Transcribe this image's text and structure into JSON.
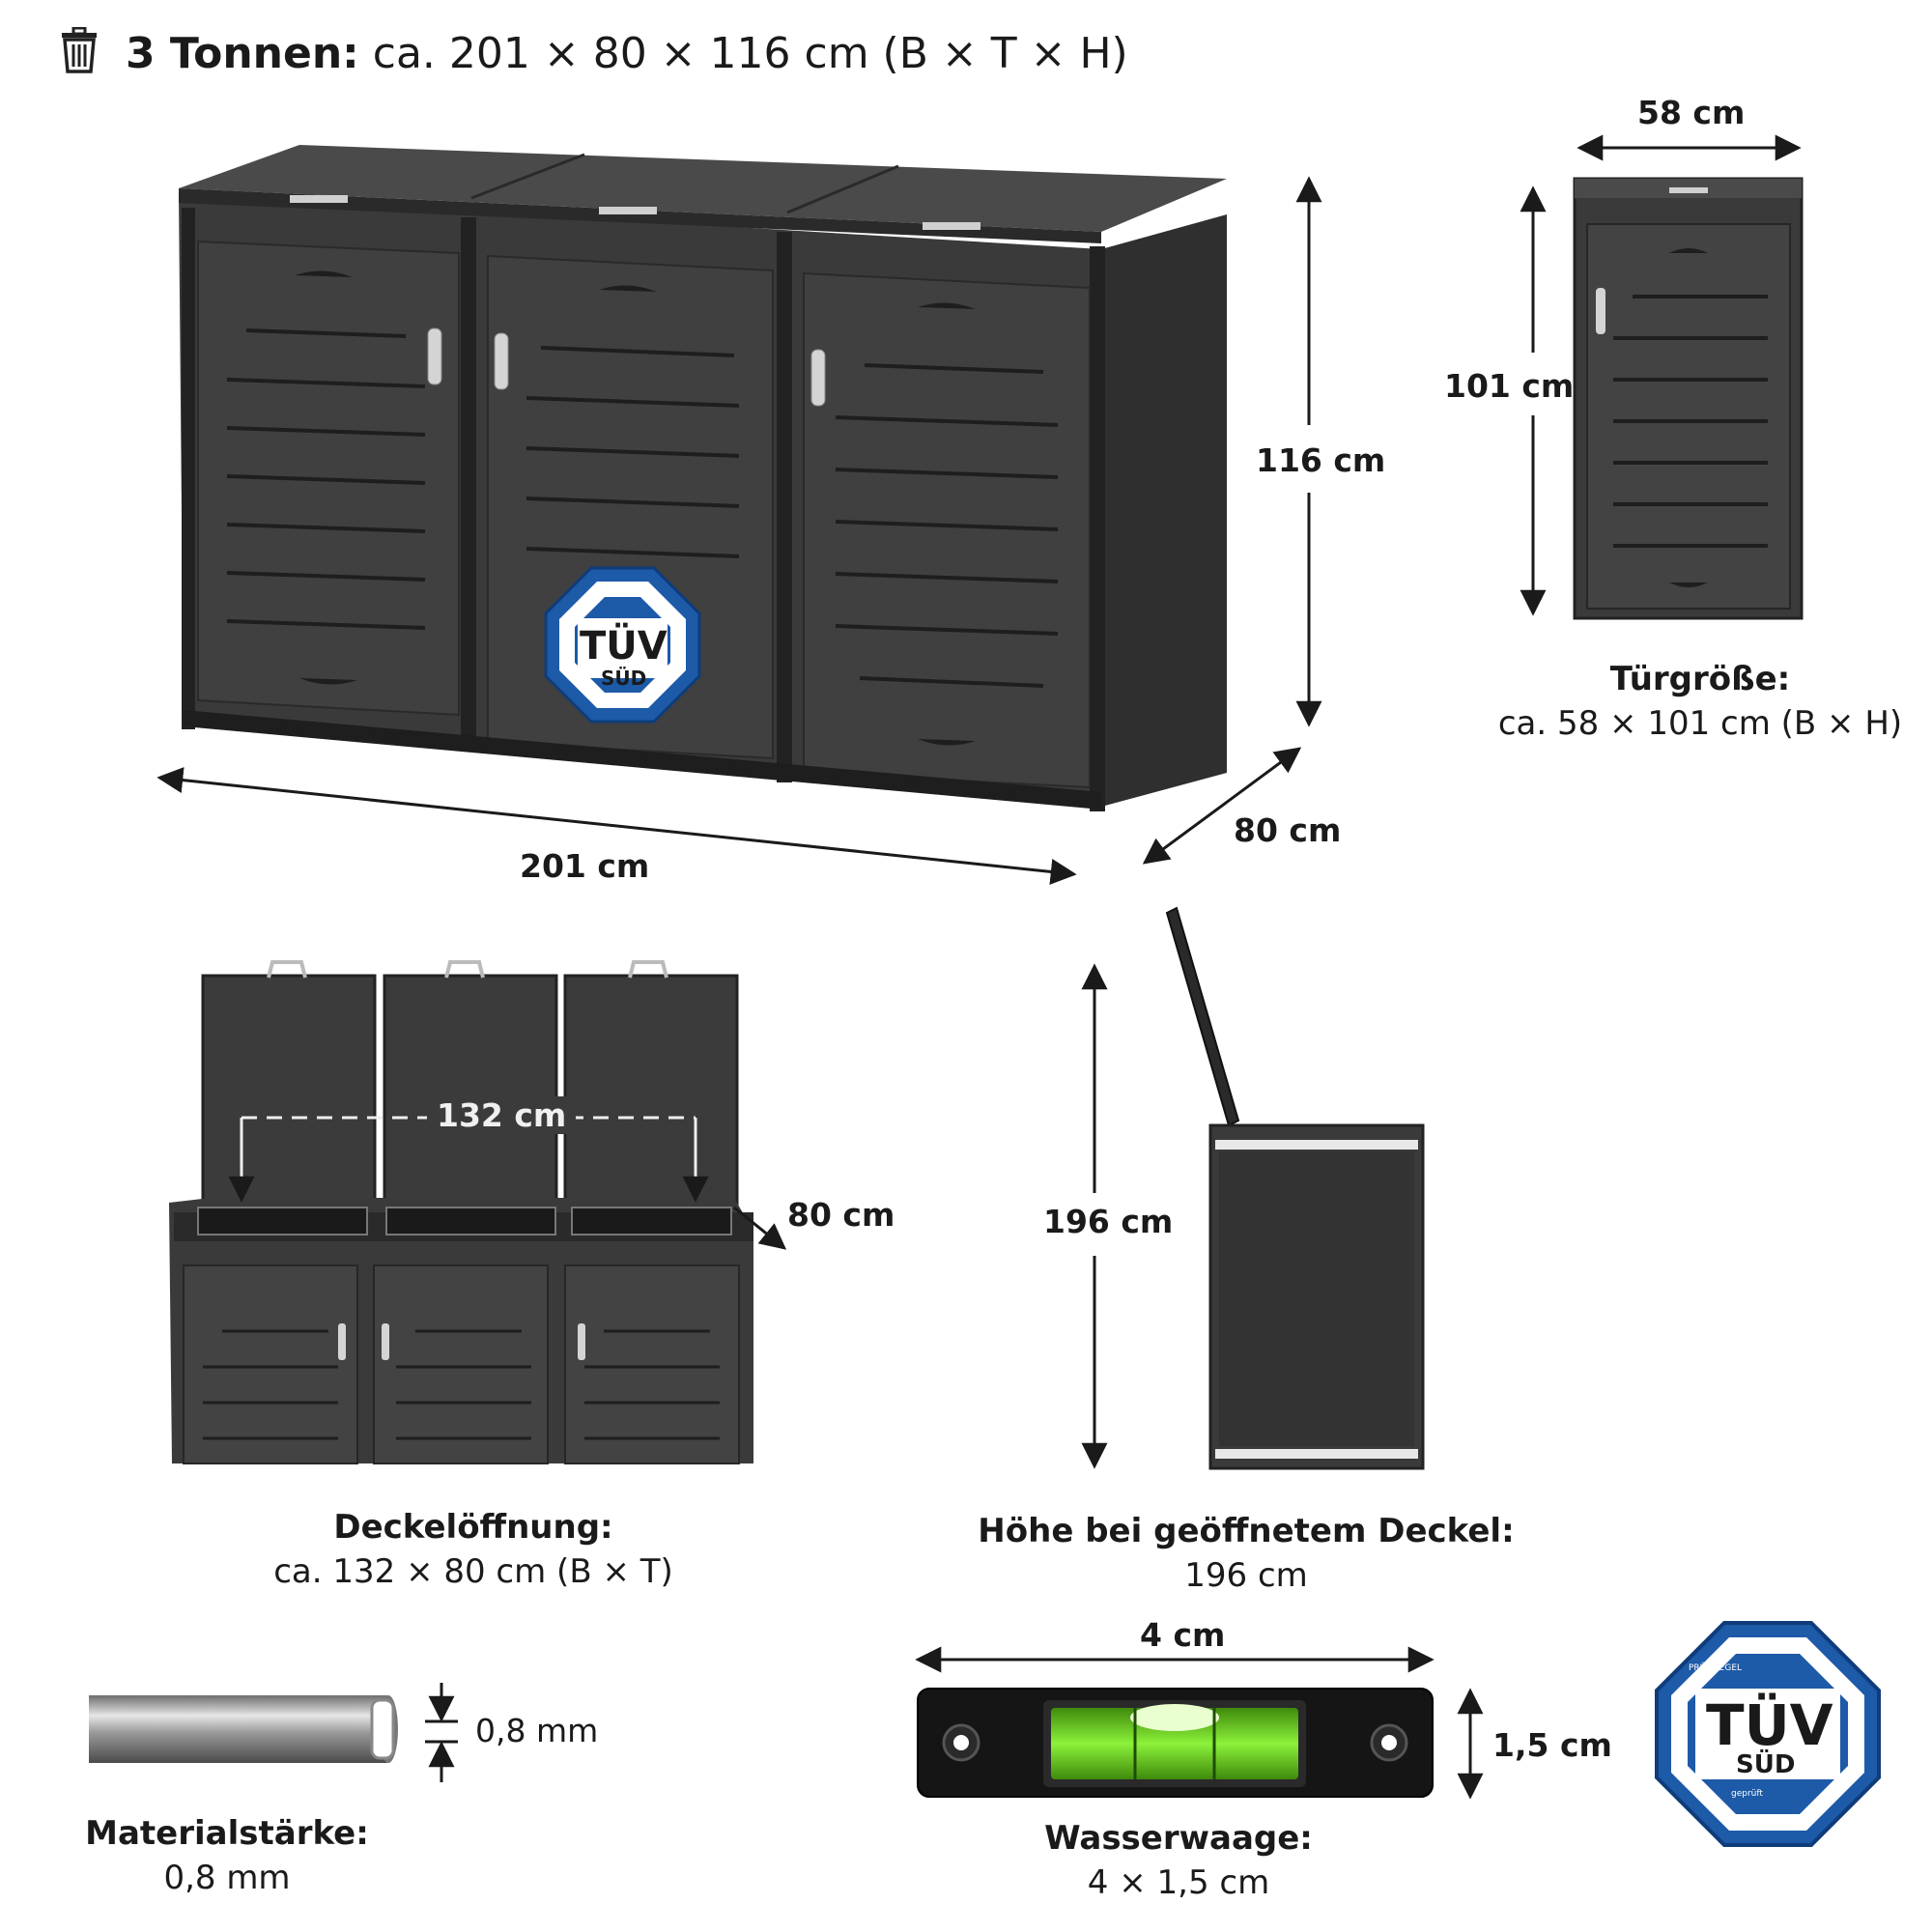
{
  "header": {
    "icon": "trash-can-icon",
    "title_bold": "3 Tonnen:",
    "title_rest": "ca. 201 × 80 × 116 cm (B × T × H)"
  },
  "main_product": {
    "width_label": "201 cm",
    "depth_label": "80 cm",
    "height_label": "116 cm",
    "seal_text_top": "TÜV",
    "seal_text_bottom": "SÜD"
  },
  "door": {
    "width_label": "58 cm",
    "height_label": "101 cm",
    "caption_title": "Türgröße:",
    "caption_value": "ca. 58 × 101 cm (B × H)"
  },
  "lid_opening": {
    "width_label": "132 cm",
    "depth_label": "80 cm",
    "caption_title": "Deckelöffnung:",
    "caption_value": "ca. 132 × 80 cm (B × T)"
  },
  "open_height": {
    "height_label": "196 cm",
    "caption_title": "Höhe bei geöffnetem Deckel:",
    "caption_value": "196 cm"
  },
  "material": {
    "thickness_label": "0,8 mm",
    "caption_title": "Materialstärke:",
    "caption_value": "0,8 mm"
  },
  "level": {
    "width_label": "4 cm",
    "height_label": "1,5 cm",
    "caption_title": "Wasserwaage:",
    "caption_value": "4 × 1,5 cm"
  },
  "badge": {
    "text_top": "TÜV",
    "text_bottom": "SÜD",
    "ring_top": "PRÜFSIEGEL",
    "ring_bottom": "geprüft"
  },
  "colors": {
    "steel": "#3d3d3d",
    "steel_dark": "#262626",
    "tuv_blue": "#1d5aa8",
    "level_green": "#6fd21e"
  }
}
